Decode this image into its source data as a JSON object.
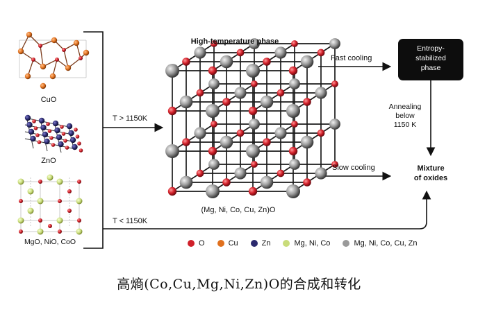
{
  "structures": {
    "cuo_label": "CuO",
    "zno_label": "ZnO",
    "rocksalt_label": "MgO, NiO, CoO"
  },
  "arrows": {
    "heat_above": "T > 1150K",
    "heat_below": "T < 1150K",
    "fast_cooling": "Fast cooling",
    "slow_cooling": "Slow cooling",
    "annealing": [
      "Annealing",
      "below",
      "1150 K"
    ]
  },
  "phase": {
    "title": "High-temperature phase",
    "formula": "(Mg, Ni, Co, Cu, Zn)O"
  },
  "entropy_box": [
    "Entropy-",
    "stabilized",
    "phase"
  ],
  "mixture": [
    "Mixture",
    "of oxides"
  ],
  "legend": [
    {
      "label": "O",
      "color": "#d0202a"
    },
    {
      "label": "Cu",
      "color": "#e0701e"
    },
    {
      "label": "Zn",
      "color": "#2b2a6e"
    },
    {
      "label": "Mg, Ni, Co",
      "color": "#c9dc7a"
    },
    {
      "label": "Mg, Ni, Co, Cu, Zn",
      "color": "#9a9a9a"
    }
  ],
  "caption": "高熵(Co,Cu,Mg,Ni,Zn)O的合成和转化"
}
